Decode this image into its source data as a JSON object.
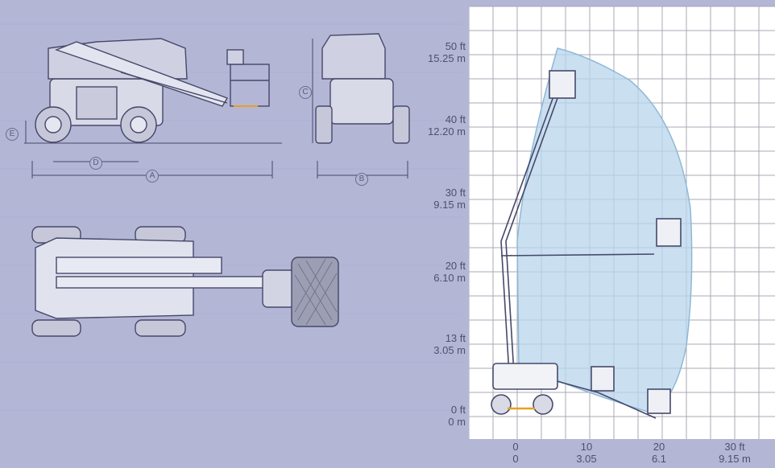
{
  "diagram": {
    "dimension_tags": [
      "A",
      "B",
      "C",
      "D",
      "E"
    ],
    "y_axis_labels": [
      {
        "ft": "50 ft",
        "m": "15.25 m"
      },
      {
        "ft": "40 ft",
        "m": "12.20 m"
      },
      {
        "ft": "30 ft",
        "m": "9.15 m"
      },
      {
        "ft": "20 ft",
        "m": "6.10 m"
      },
      {
        "ft": "13 ft",
        "m": "3.05 m"
      },
      {
        "ft": "0 ft",
        "m": "0 m"
      }
    ],
    "x_axis_labels": [
      {
        "ft": "0",
        "m": "0"
      },
      {
        "ft": "10",
        "m": "3.05"
      },
      {
        "ft": "20",
        "m": "6.1"
      },
      {
        "ft": "30 ft",
        "m": "9.15 m"
      }
    ]
  },
  "colors": {
    "background": "#b4b6d6",
    "grid_bg": "#ffffff",
    "grid_line": "#9a9aa8",
    "envelope": "#b8d6ec",
    "envelope_stroke": "#8fb8d6",
    "line_art": "#46486a",
    "machine_fill": "#eceef4",
    "accent": "#e8a020"
  }
}
